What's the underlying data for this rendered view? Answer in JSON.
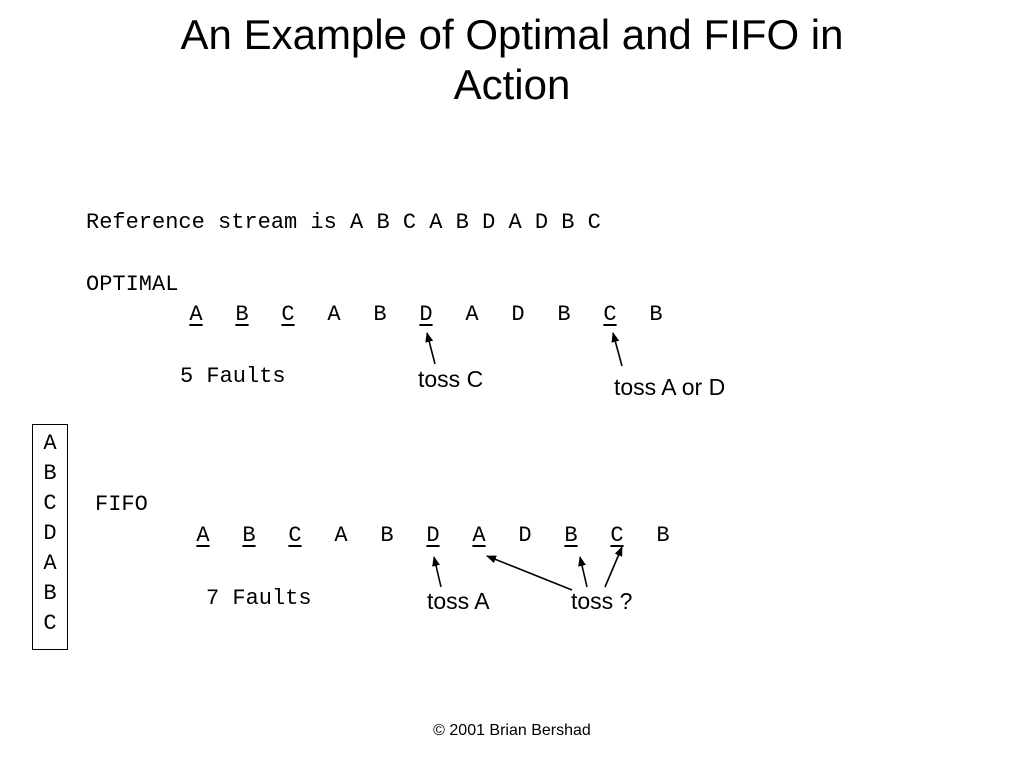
{
  "title": {
    "line1": "An Example of Optimal and FIFO in",
    "line2": "Action"
  },
  "reference_stream": "Reference stream is A B C A B D A D B C",
  "optimal": {
    "heading": "OPTIMAL",
    "sequence": [
      "A",
      "B",
      "C",
      "A",
      "B",
      "D",
      "A",
      "D",
      "B",
      "C",
      "B"
    ],
    "faults": [
      true,
      true,
      true,
      false,
      false,
      true,
      false,
      false,
      false,
      true,
      false
    ],
    "faults_text": "5 Faults",
    "notes": [
      "toss C",
      "toss A or D"
    ]
  },
  "fifo": {
    "heading": "FIFO",
    "sequence": [
      "A",
      "B",
      "C",
      "A",
      "B",
      "D",
      "A",
      "D",
      "B",
      "C",
      "B"
    ],
    "faults": [
      true,
      true,
      true,
      false,
      false,
      true,
      true,
      false,
      true,
      true,
      false
    ],
    "faults_text": "7 Faults",
    "notes": [
      "toss A",
      "toss ?"
    ]
  },
  "stack": [
    "A",
    "B",
    "C",
    "D",
    "A",
    "B",
    "C"
  ],
  "footer": "© 2001 Brian Bershad"
}
